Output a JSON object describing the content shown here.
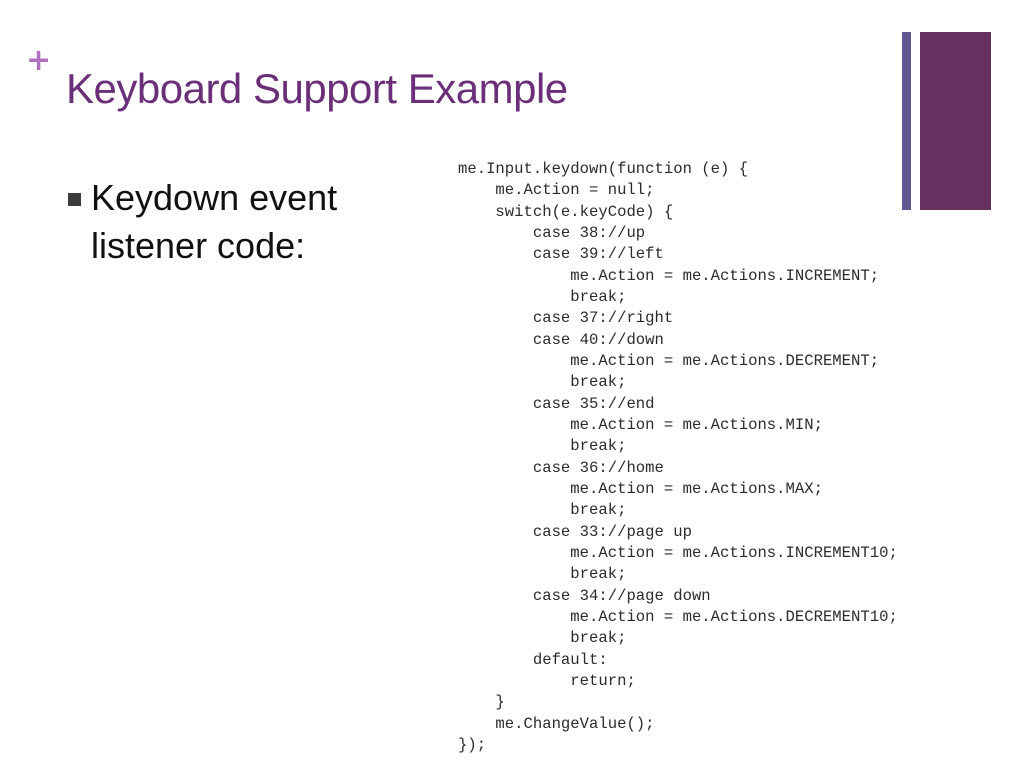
{
  "slide": {
    "plus_mark": "+",
    "title": "Keyboard Support Example",
    "bullets": [
      "Keydown event listener code:"
    ],
    "code_lines": [
      "me.Input.keydown(function (e) {",
      "    me.Action = null;",
      "    switch(e.keyCode) {",
      "        case 38://up",
      "        case 39://left",
      "            me.Action = me.Actions.INCREMENT;",
      "            break;",
      "        case 37://right",
      "        case 40://down",
      "            me.Action = me.Actions.DECREMENT;",
      "            break;",
      "        case 35://end",
      "            me.Action = me.Actions.MIN;",
      "            break;",
      "        case 36://home",
      "            me.Action = me.Actions.MAX;",
      "            break;",
      "        case 33://page up",
      "            me.Action = me.Actions.INCREMENT10;",
      "            break;",
      "        case 34://page down",
      "            me.Action = me.Actions.DECREMENT10;",
      "            break;",
      "        default:",
      "            return;",
      "    }",
      "    me.ChangeValue();",
      "});"
    ]
  },
  "colors": {
    "title": "#6a2f78",
    "plus_mark": "#b16fbf",
    "accent_thin_bar": "#5f5a92",
    "accent_thick_bar": "#66305f",
    "body_text": "#111111",
    "code_text": "#2b2b2b"
  }
}
